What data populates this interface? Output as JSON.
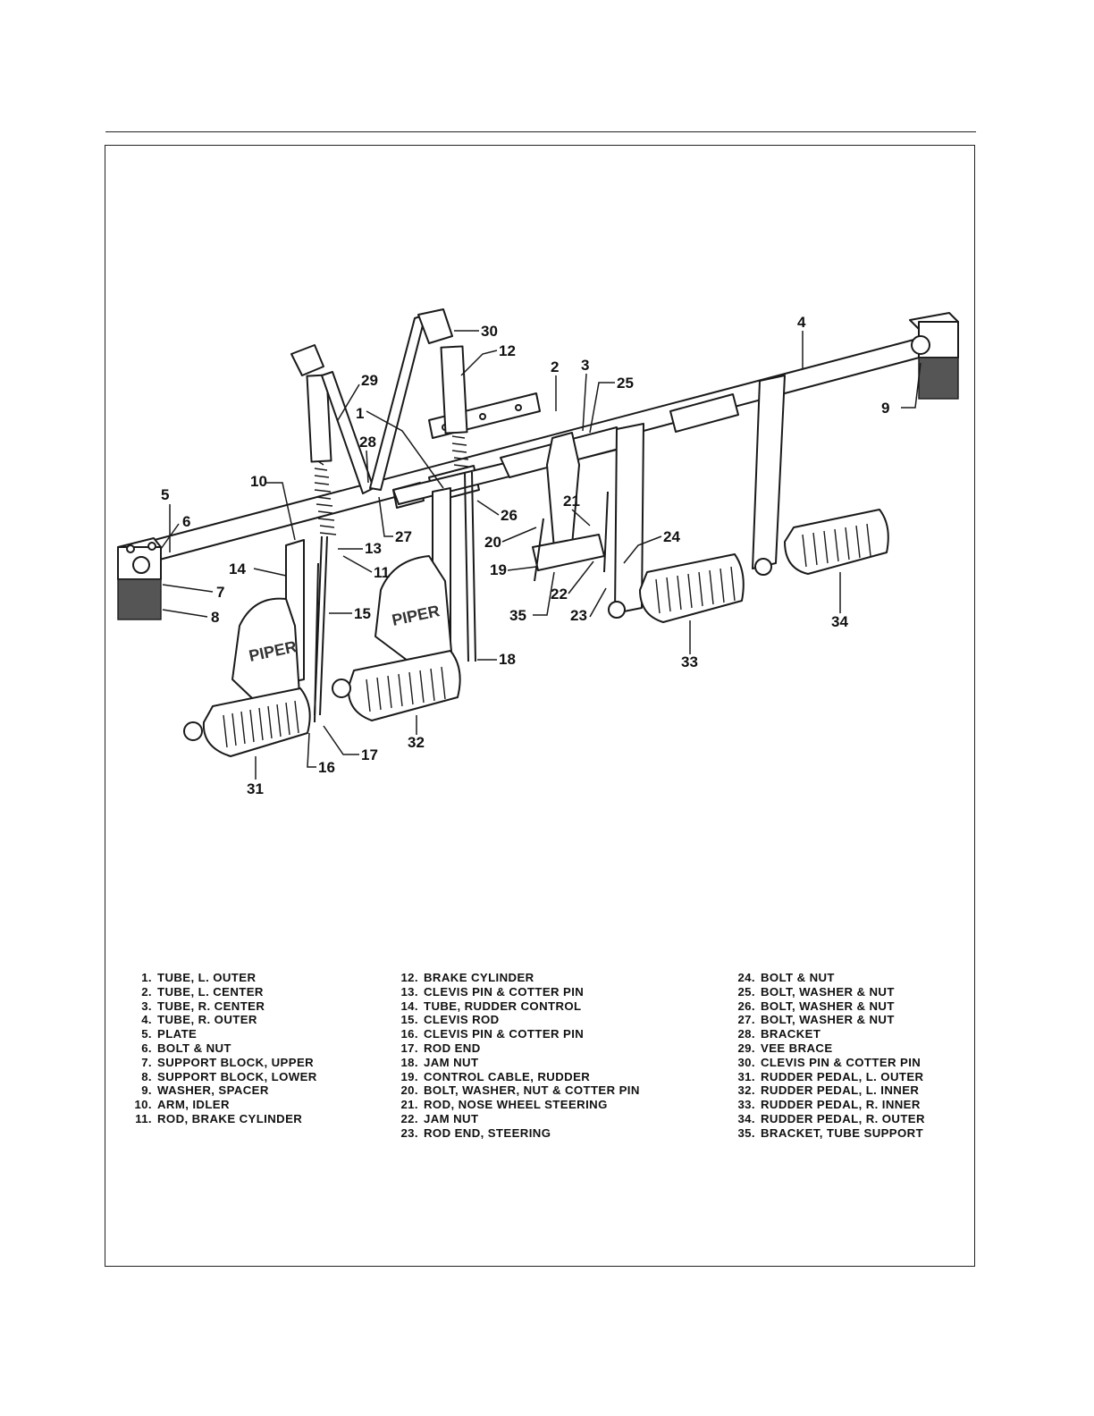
{
  "callouts": {
    "c1": "1",
    "c2": "2",
    "c3": "3",
    "c4": "4",
    "c5": "5",
    "c6": "6",
    "c7": "7",
    "c8": "8",
    "c9": "9",
    "c10": "10",
    "c11": "11",
    "c12": "12",
    "c13": "13",
    "c14": "14",
    "c15": "15",
    "c16": "16",
    "c17": "17",
    "c18": "18",
    "c19": "19",
    "c20": "20",
    "c21": "21",
    "c22": "22",
    "c23": "23",
    "c24": "24",
    "c25": "25",
    "c26": "26",
    "c27": "27",
    "c28": "28",
    "c29": "29",
    "c30": "30",
    "c31": "31",
    "c32": "32",
    "c33": "33",
    "c34": "34",
    "c35": "35"
  },
  "pedal_lettering": "PIPER",
  "legend": {
    "col1": [
      {
        "num": "1.",
        "text": "TUBE, L. OUTER"
      },
      {
        "num": "2.",
        "text": "TUBE, L. CENTER"
      },
      {
        "num": "3.",
        "text": "TUBE, R. CENTER"
      },
      {
        "num": "4.",
        "text": "TUBE, R. OUTER"
      },
      {
        "num": "5.",
        "text": "PLATE"
      },
      {
        "num": "6.",
        "text": "BOLT & NUT"
      },
      {
        "num": "7.",
        "text": "SUPPORT BLOCK, UPPER"
      },
      {
        "num": "8.",
        "text": "SUPPORT BLOCK, LOWER"
      },
      {
        "num": "9.",
        "text": "WASHER, SPACER"
      },
      {
        "num": "10.",
        "text": "ARM, IDLER"
      },
      {
        "num": "11.",
        "text": "ROD, BRAKE CYLINDER"
      }
    ],
    "col2": [
      {
        "num": "12.",
        "text": "BRAKE CYLINDER"
      },
      {
        "num": "13.",
        "text": "CLEVIS PIN & COTTER PIN"
      },
      {
        "num": "14.",
        "text": "TUBE, RUDDER CONTROL"
      },
      {
        "num": "15.",
        "text": "CLEVIS ROD"
      },
      {
        "num": "16.",
        "text": "CLEVIS PIN & COTTER PIN"
      },
      {
        "num": "17.",
        "text": "ROD END"
      },
      {
        "num": "18.",
        "text": "JAM NUT"
      },
      {
        "num": "19.",
        "text": "CONTROL CABLE, RUDDER"
      },
      {
        "num": "20.",
        "text": "BOLT, WASHER, NUT & COTTER PIN"
      },
      {
        "num": "21.",
        "text": "ROD, NOSE WHEEL STEERING"
      },
      {
        "num": "22.",
        "text": "JAM NUT"
      },
      {
        "num": "23.",
        "text": "ROD END, STEERING"
      }
    ],
    "col3": [
      {
        "num": "24.",
        "text": "BOLT & NUT"
      },
      {
        "num": "25.",
        "text": "BOLT, WASHER & NUT"
      },
      {
        "num": "26.",
        "text": "BOLT, WASHER & NUT"
      },
      {
        "num": "27.",
        "text": "BOLT, WASHER & NUT"
      },
      {
        "num": "28.",
        "text": "BRACKET"
      },
      {
        "num": "29.",
        "text": "VEE BRACE"
      },
      {
        "num": "30.",
        "text": "CLEVIS PIN & COTTER PIN"
      },
      {
        "num": "31.",
        "text": "RUDDER PEDAL, L. OUTER"
      },
      {
        "num": "32.",
        "text": "RUDDER PEDAL, L. INNER"
      },
      {
        "num": "33.",
        "text": "RUDDER PEDAL, R. INNER"
      },
      {
        "num": "34.",
        "text": "RUDDER PEDAL, R. OUTER"
      },
      {
        "num": "35.",
        "text": "BRACKET, TUBE SUPPORT"
      }
    ]
  }
}
